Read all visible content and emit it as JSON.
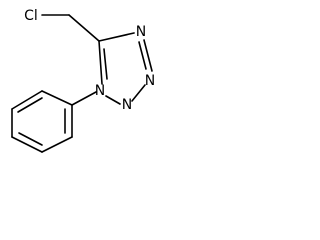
{
  "molecule": {
    "atoms": {
      "chlorine": "Cl",
      "n1": "N",
      "n2": "N",
      "n3": "N",
      "n4": "N"
    }
  }
}
